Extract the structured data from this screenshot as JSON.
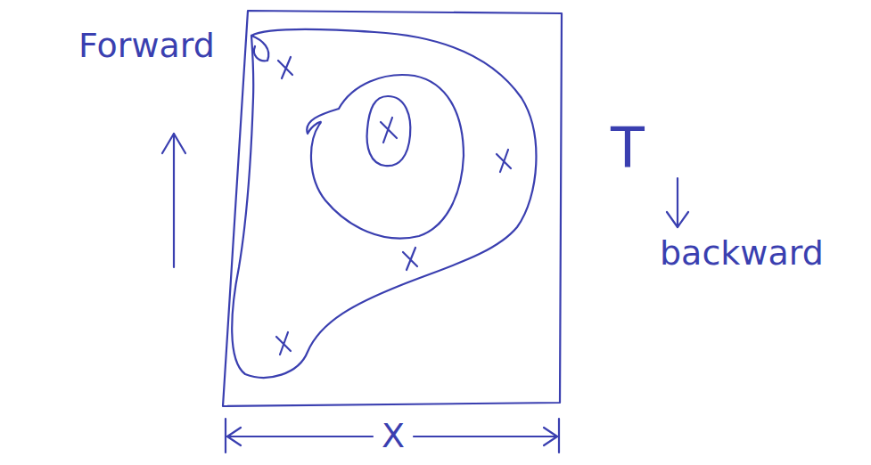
{
  "diagram": {
    "labels": [
      "Forward",
      "T",
      "backward",
      "X"
    ]
  }
}
